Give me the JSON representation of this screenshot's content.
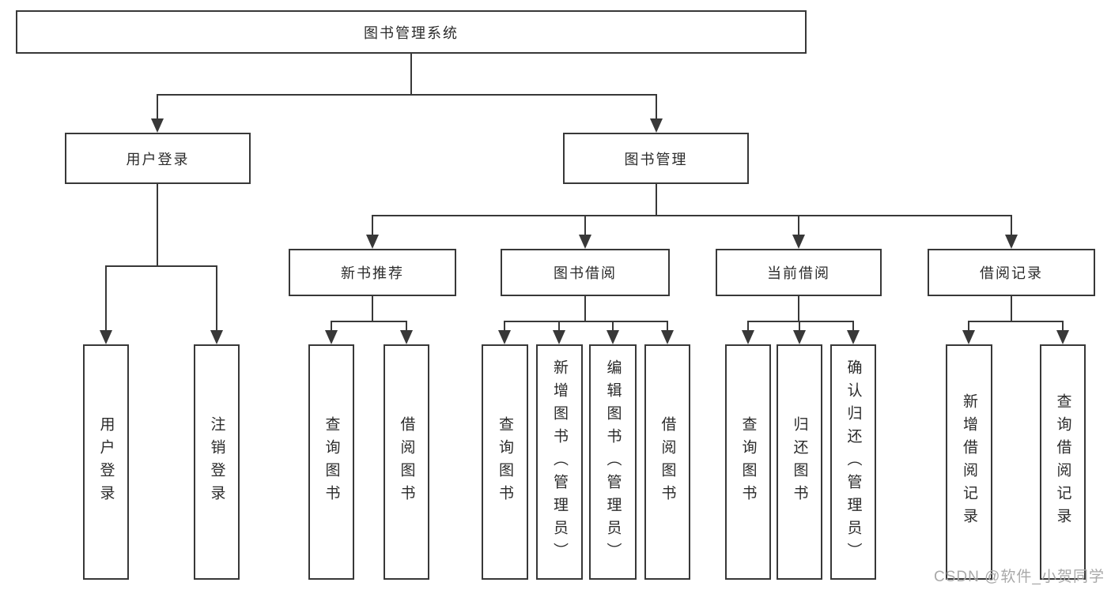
{
  "diagram": {
    "type": "hierarchy-tree",
    "title": "图书管理系统",
    "watermark": "CSDN @软件_小贺同学",
    "colors": {
      "line": "#383838",
      "text": "#2b2b2b",
      "watermark": "#a9a9a9",
      "background": "#ffffff"
    },
    "nodes": {
      "root": {
        "label": "图书管理系统",
        "level": 1
      },
      "user_login_group": {
        "label": "用户登录",
        "level": 2
      },
      "book_mgmt": {
        "label": "图书管理",
        "level": 2
      },
      "new_book_rec": {
        "label": "新书推荐",
        "level": 3
      },
      "book_borrow": {
        "label": "图书借阅",
        "level": 3
      },
      "current_borrow": {
        "label": "当前借阅",
        "level": 3
      },
      "borrow_records": {
        "label": "借阅记录",
        "level": 3
      },
      "user_login": {
        "label": "用户登录",
        "level": 4
      },
      "logout": {
        "label": "注销登录",
        "level": 4
      },
      "nb_query": {
        "label": "查询图书",
        "level": 4
      },
      "nb_borrow": {
        "label": "借阅图书",
        "level": 4
      },
      "bb_query": {
        "label": "查询图书",
        "level": 4
      },
      "bb_add": {
        "label": "新增图书（管理员）",
        "level": 4
      },
      "bb_edit": {
        "label": "编辑图书（管理员）",
        "level": 4
      },
      "bb_borrow": {
        "label": "借阅图书",
        "level": 4
      },
      "cb_query": {
        "label": "查询图书",
        "level": 4
      },
      "cb_return": {
        "label": "归还图书",
        "level": 4
      },
      "cb_confirm": {
        "label": "确认归还（管理员）",
        "level": 4
      },
      "br_add": {
        "label": "新增借阅记录",
        "level": 4
      },
      "br_query": {
        "label": "查询借阅记录",
        "level": 4
      }
    },
    "edges": [
      [
        "root",
        "user_login_group"
      ],
      [
        "root",
        "book_mgmt"
      ],
      [
        "user_login_group",
        "user_login"
      ],
      [
        "user_login_group",
        "logout"
      ],
      [
        "book_mgmt",
        "new_book_rec"
      ],
      [
        "book_mgmt",
        "book_borrow"
      ],
      [
        "book_mgmt",
        "current_borrow"
      ],
      [
        "book_mgmt",
        "borrow_records"
      ],
      [
        "new_book_rec",
        "nb_query"
      ],
      [
        "new_book_rec",
        "nb_borrow"
      ],
      [
        "book_borrow",
        "bb_query"
      ],
      [
        "book_borrow",
        "bb_add"
      ],
      [
        "book_borrow",
        "bb_edit"
      ],
      [
        "book_borrow",
        "bb_borrow"
      ],
      [
        "current_borrow",
        "cb_query"
      ],
      [
        "current_borrow",
        "cb_return"
      ],
      [
        "current_borrow",
        "cb_confirm"
      ],
      [
        "borrow_records",
        "br_add"
      ],
      [
        "borrow_records",
        "br_query"
      ]
    ]
  }
}
